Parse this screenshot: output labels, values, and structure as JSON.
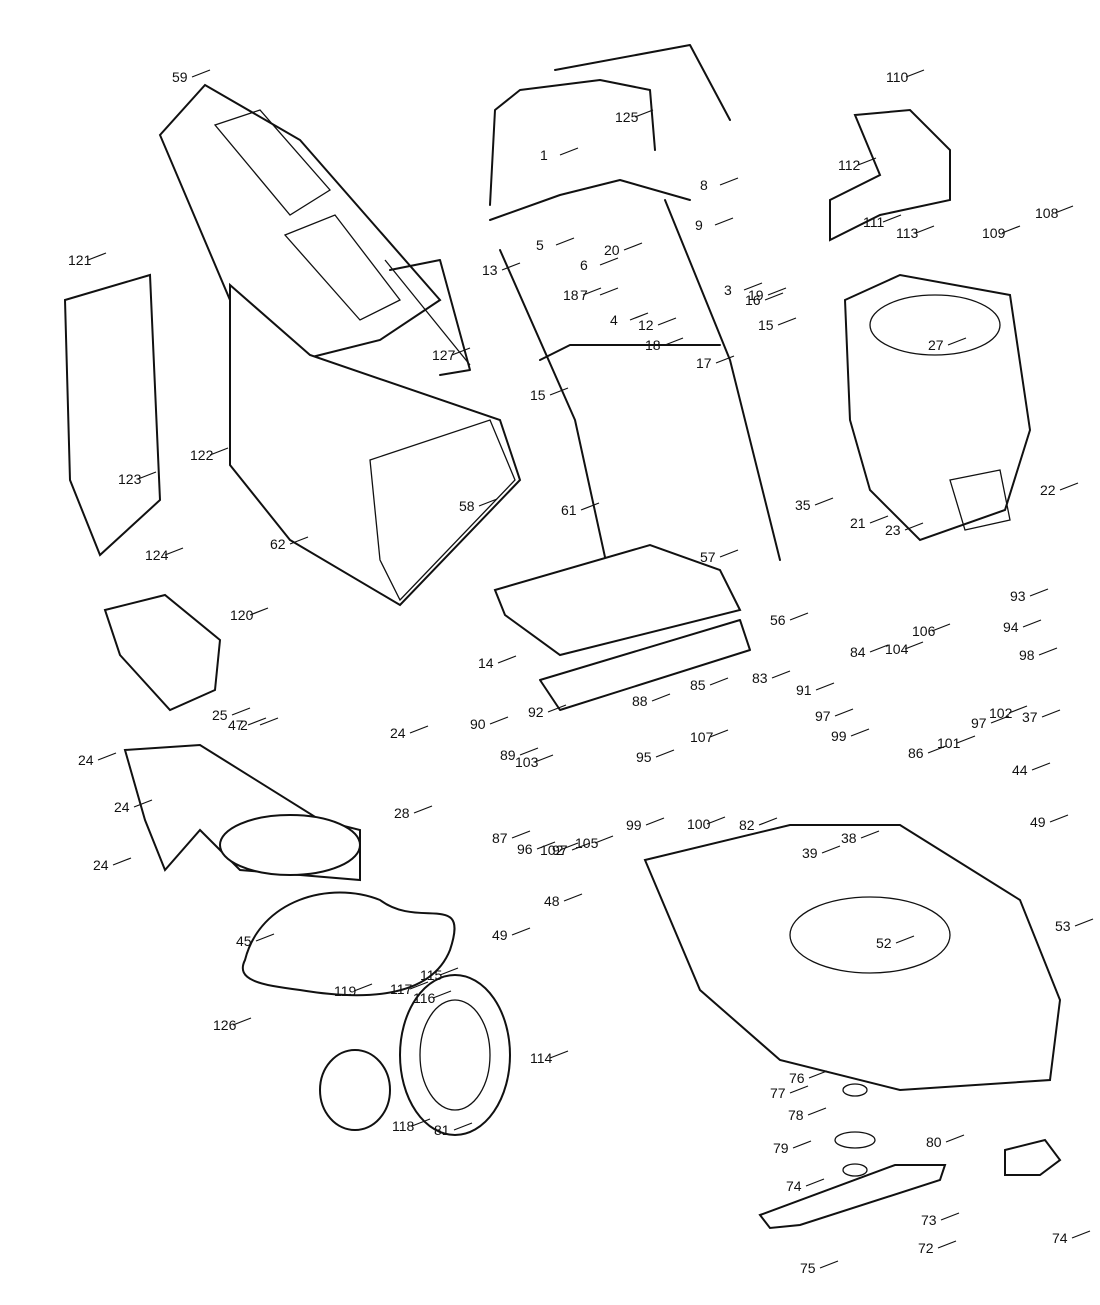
{
  "callouts": [
    "1",
    "2",
    "3",
    "4",
    "5",
    "6",
    "7",
    "8",
    "9",
    "12",
    "13",
    "14",
    "15",
    "15",
    "16",
    "17",
    "18",
    "18",
    "19",
    "20",
    "21",
    "22",
    "23",
    "24",
    "24",
    "24",
    "24",
    "25",
    "27",
    "28",
    "35",
    "37",
    "38",
    "39",
    "44",
    "45",
    "47",
    "48",
    "49",
    "49",
    "52",
    "53",
    "56",
    "57",
    "58",
    "59",
    "61",
    "62",
    "72",
    "73",
    "74",
    "74",
    "75",
    "76",
    "77",
    "78",
    "79",
    "80",
    "81",
    "82",
    "83",
    "84",
    "85",
    "86",
    "87",
    "88",
    "89",
    "90",
    "91",
    "92",
    "93",
    "94",
    "95",
    "96",
    "97",
    "97",
    "97",
    "98",
    "99",
    "99",
    "100",
    "101",
    "102",
    "102",
    "103",
    "104",
    "105",
    "106",
    "107",
    "108",
    "109",
    "110",
    "111",
    "112",
    "113",
    "114",
    "115",
    "116",
    "117",
    "118",
    "119",
    "120",
    "121",
    "122",
    "123",
    "124",
    "125",
    "126",
    "127"
  ]
}
